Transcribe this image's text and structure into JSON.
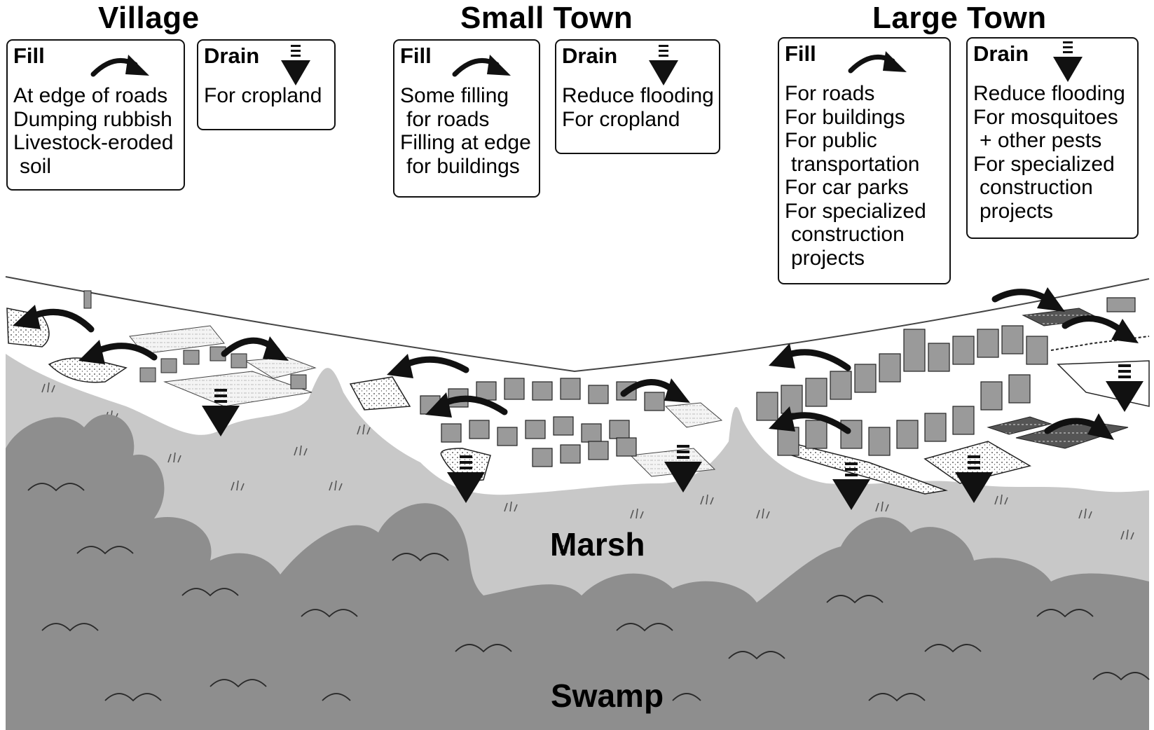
{
  "stages": [
    {
      "heading": "Village",
      "fill": {
        "title": "Fill",
        "lines": [
          "At edge of roads",
          "Dumping rubbish",
          "Livestock-eroded",
          " soil"
        ]
      },
      "drain": {
        "title": "Drain",
        "lines": [
          "For cropland"
        ]
      }
    },
    {
      "heading": "Small Town",
      "fill": {
        "title": "Fill",
        "lines": [
          "Some filling",
          " for roads",
          "Filling at edge",
          " for buildings"
        ]
      },
      "drain": {
        "title": "Drain",
        "lines": [
          "Reduce flooding",
          "For cropland"
        ]
      }
    },
    {
      "heading": "Large Town",
      "fill": {
        "title": "Fill",
        "lines": [
          "For roads",
          "For buildings",
          "For public",
          " transportation",
          "For car parks",
          "For specialized",
          " construction",
          " projects"
        ]
      },
      "drain": {
        "title": "Drain",
        "lines": [
          "Reduce flooding",
          "For mosquitoes",
          " + other pests",
          "For specialized",
          " construction",
          " projects"
        ]
      }
    }
  ],
  "zones": {
    "marsh": "Marsh",
    "swamp": "Swamp"
  },
  "icons": {
    "fill": "curved-fill-arrow-icon",
    "drain": "striped-drain-arrow-icon"
  },
  "colors": {
    "marsh": "#c8c8c8",
    "swamp": "#8e8e8e",
    "building": "#9a9a9a",
    "roof": "#6f6f6f",
    "ink": "#111111"
  }
}
